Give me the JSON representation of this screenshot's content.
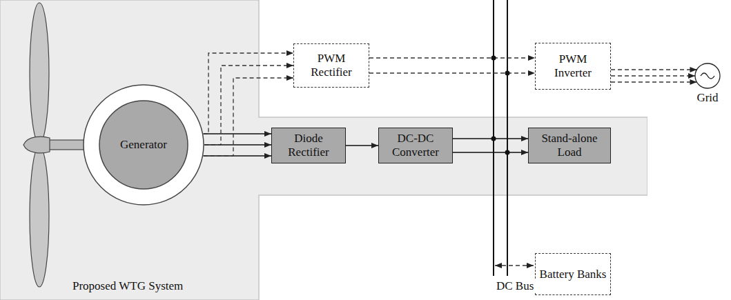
{
  "diagram": {
    "nodes": [
      {
        "text": [
          "Proposed WTG System"
        ]
      },
      {
        "text": [
          "Generator"
        ],
        "in": 0
      },
      {
        "text": [
          "PWM Rectifier"
        ]
      },
      {
        "text": [
          "Diode Rectifier"
        ],
        "in": 0
      },
      {
        "text": [
          "DC-DC Converter"
        ],
        "in": 0
      },
      {
        "text": [
          "PWM Inverter"
        ]
      },
      {
        "text": [
          "Stand-alone Load"
        ],
        "in": 0
      },
      {
        "text": [
          "Grid"
        ]
      },
      {
        "text": [
          "Battery Banks"
        ]
      }
    ],
    "edges": [
      {
        "from": 1,
        "to": 3,
        "arrow": "to"
      },
      {
        "from": 1,
        "to": 2,
        "arrow": "to"
      },
      {
        "from": 3,
        "to": 4,
        "arrow": "to"
      },
      {
        "from": 4,
        "to": 6,
        "arrow": "to"
      },
      {
        "from": 2,
        "to": 5,
        "arrow": "to"
      },
      {
        "from": 5,
        "to": 7,
        "arrow": "to"
      }
    ],
    "labels": [
      "DC Bus"
    ]
  }
}
